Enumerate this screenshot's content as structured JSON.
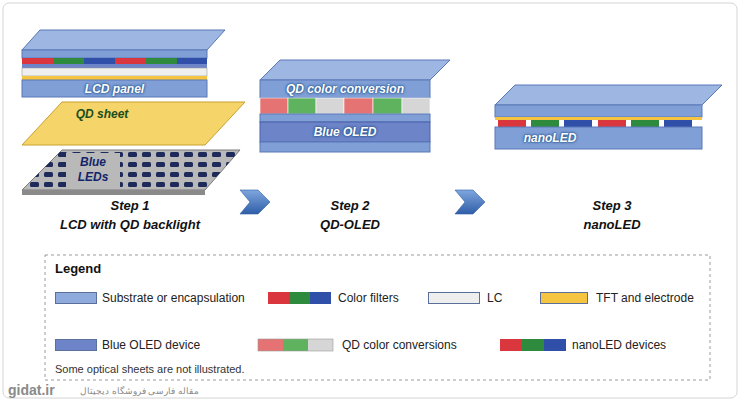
{
  "diagram": {
    "labels": [
      "LCD panel",
      "QD sheet",
      "Blue LEDs",
      "Step 1",
      "LCD with QD backlight",
      "QD color conversion",
      "Blue OLED",
      "Step 2",
      "QD-OLED",
      "nanoLED",
      "Step 3",
      "nanoLED",
      "Legend",
      "Some optical sheets are not illustrated.",
      "gidat.ir",
      "مقاله فارسی فروشگاه دیجیتال"
    ],
    "legend": [
      {
        "text": "Substrate or encapsulation",
        "color": "#8faadc"
      },
      {
        "text": "Color filters"
      },
      {
        "text": "LC",
        "color": "#eeeeee"
      },
      {
        "text": "TFT and electrode",
        "color": "#f5c542"
      },
      {
        "text": "Blue OLED device",
        "color": "#6d84c9"
      },
      {
        "text": "QD color conversions"
      },
      {
        "text": "nanoLED devices"
      }
    ]
  }
}
